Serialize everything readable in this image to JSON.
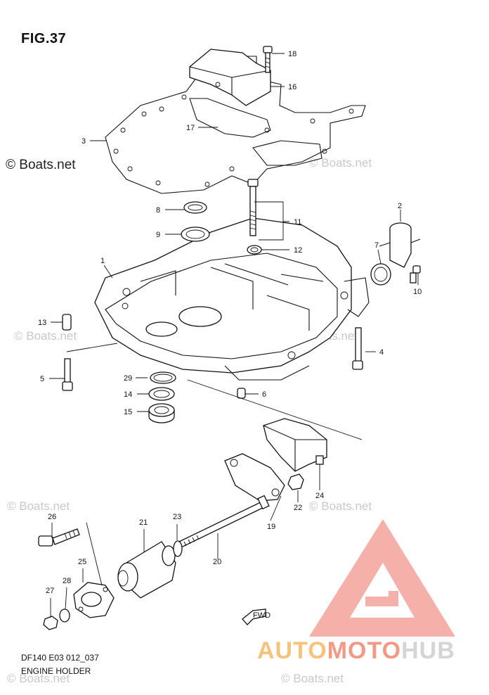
{
  "figure": {
    "title": "FIG.37",
    "copyright": "© Boats.net",
    "code": "DF140 E03 012_037",
    "name": "ENGINE HOLDER",
    "watermark": "© Boats.net"
  },
  "brand": {
    "part1": "AUTO",
    "part2": "MOTO",
    "part3": "HUB",
    "colors": {
      "auto": "#f7c27a",
      "moto": "#f39a86",
      "hub": "#d5d5d5",
      "logo": "#f3a39a"
    }
  },
  "callouts": [
    "1",
    "2",
    "3",
    "4",
    "5",
    "6",
    "7",
    "8",
    "9",
    "10",
    "11",
    "12",
    "13",
    "14",
    "15",
    "16",
    "17",
    "18",
    "19",
    "20",
    "21",
    "22",
    "23",
    "24",
    "25",
    "26",
    "27",
    "28",
    "29"
  ],
  "direction_label": "FWD"
}
